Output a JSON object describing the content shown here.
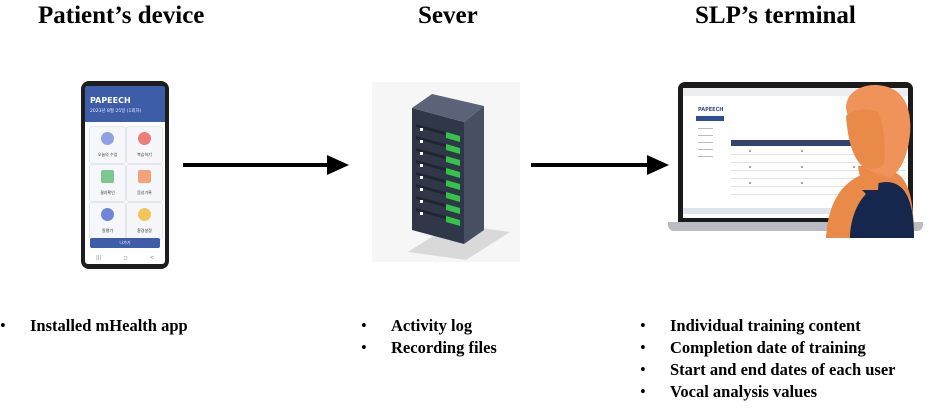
{
  "columns": [
    {
      "title": "Patient’s device",
      "bullets": [
        "Installed mHealth app"
      ]
    },
    {
      "title": "Sever",
      "bullets": [
        "Activity log",
        "Recording files"
      ]
    },
    {
      "title": "SLP’s terminal",
      "bullets": [
        "Individual training content",
        "Completion date of training",
        "Start and end dates of each user",
        "Vocal analysis values"
      ]
    }
  ],
  "phone": {
    "app_name": "PAPEECH",
    "date": "2023년 8월 25일 (1회차)",
    "tiles": [
      "오늘의 수업",
      "복습하기",
      "결과확인",
      "음성기록",
      "말평가",
      "환경설정"
    ],
    "button": "나가기",
    "nav": [
      "|||",
      "◻",
      "<"
    ]
  },
  "terminal": {
    "app_name": "PAPEECH"
  },
  "colors": {
    "app_blue": "#3d5da8",
    "server_body": "#3b4457",
    "server_led": "#35c24a",
    "hair": "#e98a48",
    "shirt": "#15274d"
  }
}
